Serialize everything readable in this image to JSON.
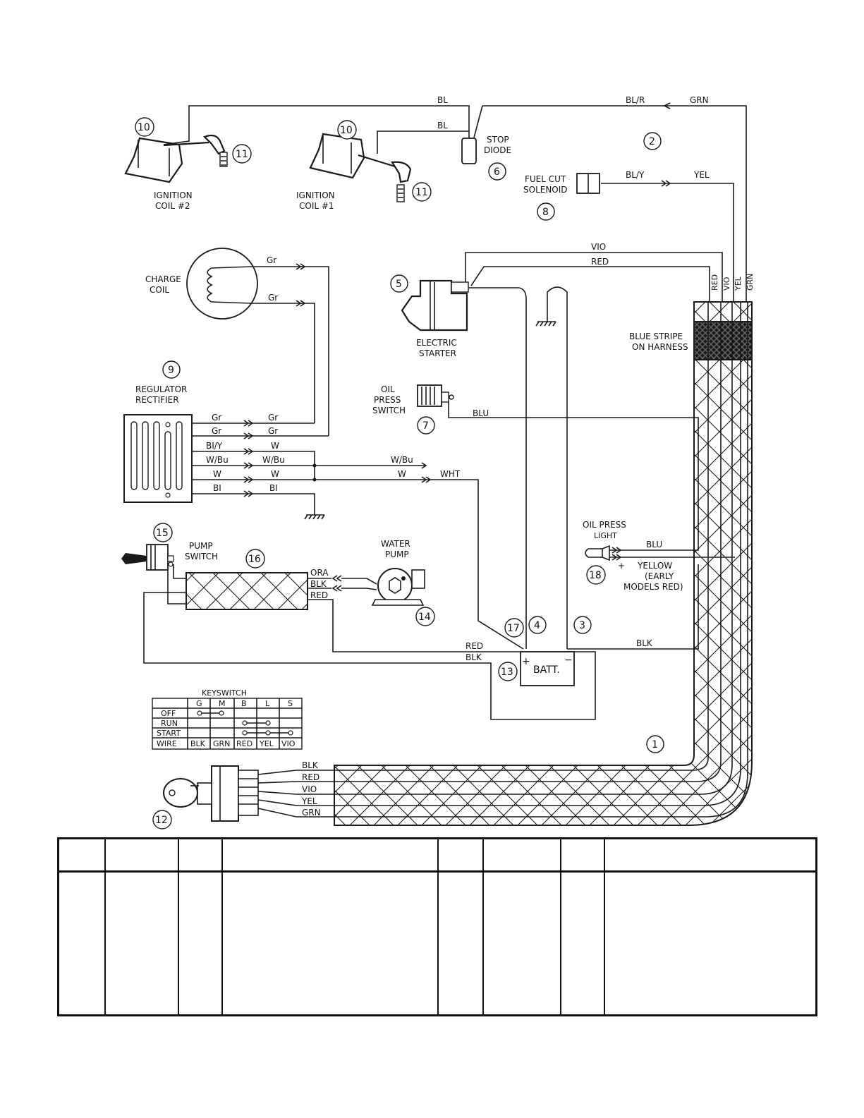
{
  "wires": {
    "bl": "BL",
    "bl_r": "BL/R",
    "grn": "GRN",
    "bl_y": "BL/Y",
    "yel": "YEL",
    "vio": "VIO",
    "red": "RED",
    "gr": "Gr",
    "bi_y": "BI/Y",
    "w": "W",
    "w_bu": "W/Bu",
    "bi": "BI",
    "wht": "WHT",
    "blu": "BLU",
    "ora": "ORA",
    "blk": "BLK",
    "plus": "+",
    "minus": "−"
  },
  "components": {
    "ignition_coil_2": [
      "IGNITION",
      "COIL #2"
    ],
    "ignition_coil_1": [
      "IGNITION",
      "COIL #1"
    ],
    "stop_diode": [
      "STOP",
      "DIODE"
    ],
    "fuel_cut_solenoid": [
      "FUEL CUT",
      "SOLENOID"
    ],
    "charge_coil": [
      "CHARGE",
      "COIL"
    ],
    "electric_starter": [
      "ELECTRIC",
      "STARTER"
    ],
    "blue_stripe": [
      "BLUE STRIPE",
      "ON HARNESS"
    ],
    "regulator_rectifier": [
      "REGULATOR",
      "RECTIFIER"
    ],
    "oil_press_switch": [
      "OIL",
      "PRESS",
      "SWITCH"
    ],
    "pump_switch": [
      "PUMP",
      "SWITCH"
    ],
    "water_pump": [
      "WATER",
      "PUMP"
    ],
    "oil_press_light": [
      "OIL PRESS",
      "LIGHT"
    ],
    "yellow_note": [
      "YELLOW",
      "(EARLY",
      "MODELS RED)"
    ],
    "battery": "BATT."
  },
  "callouts": {
    "n1": "1",
    "n2": "2",
    "n3": "3",
    "n4": "4",
    "n5": "5",
    "n6": "6",
    "n7": "7",
    "n8": "8",
    "n9": "9",
    "n10": "10",
    "n11": "11",
    "n12": "12",
    "n13": "13",
    "n14": "14",
    "n15": "15",
    "n16": "16",
    "n17": "17",
    "n18": "18"
  },
  "keyswitch": {
    "title": "KEYSWITCH",
    "columns": [
      "G",
      "M",
      "B",
      "L",
      "S"
    ],
    "rows": [
      "OFF",
      "RUN",
      "START",
      "WIRE"
    ],
    "wires": [
      "BLK",
      "GRN",
      "RED",
      "YEL",
      "VIO"
    ]
  },
  "legend_table": {
    "columns": 8,
    "rows": 2
  }
}
